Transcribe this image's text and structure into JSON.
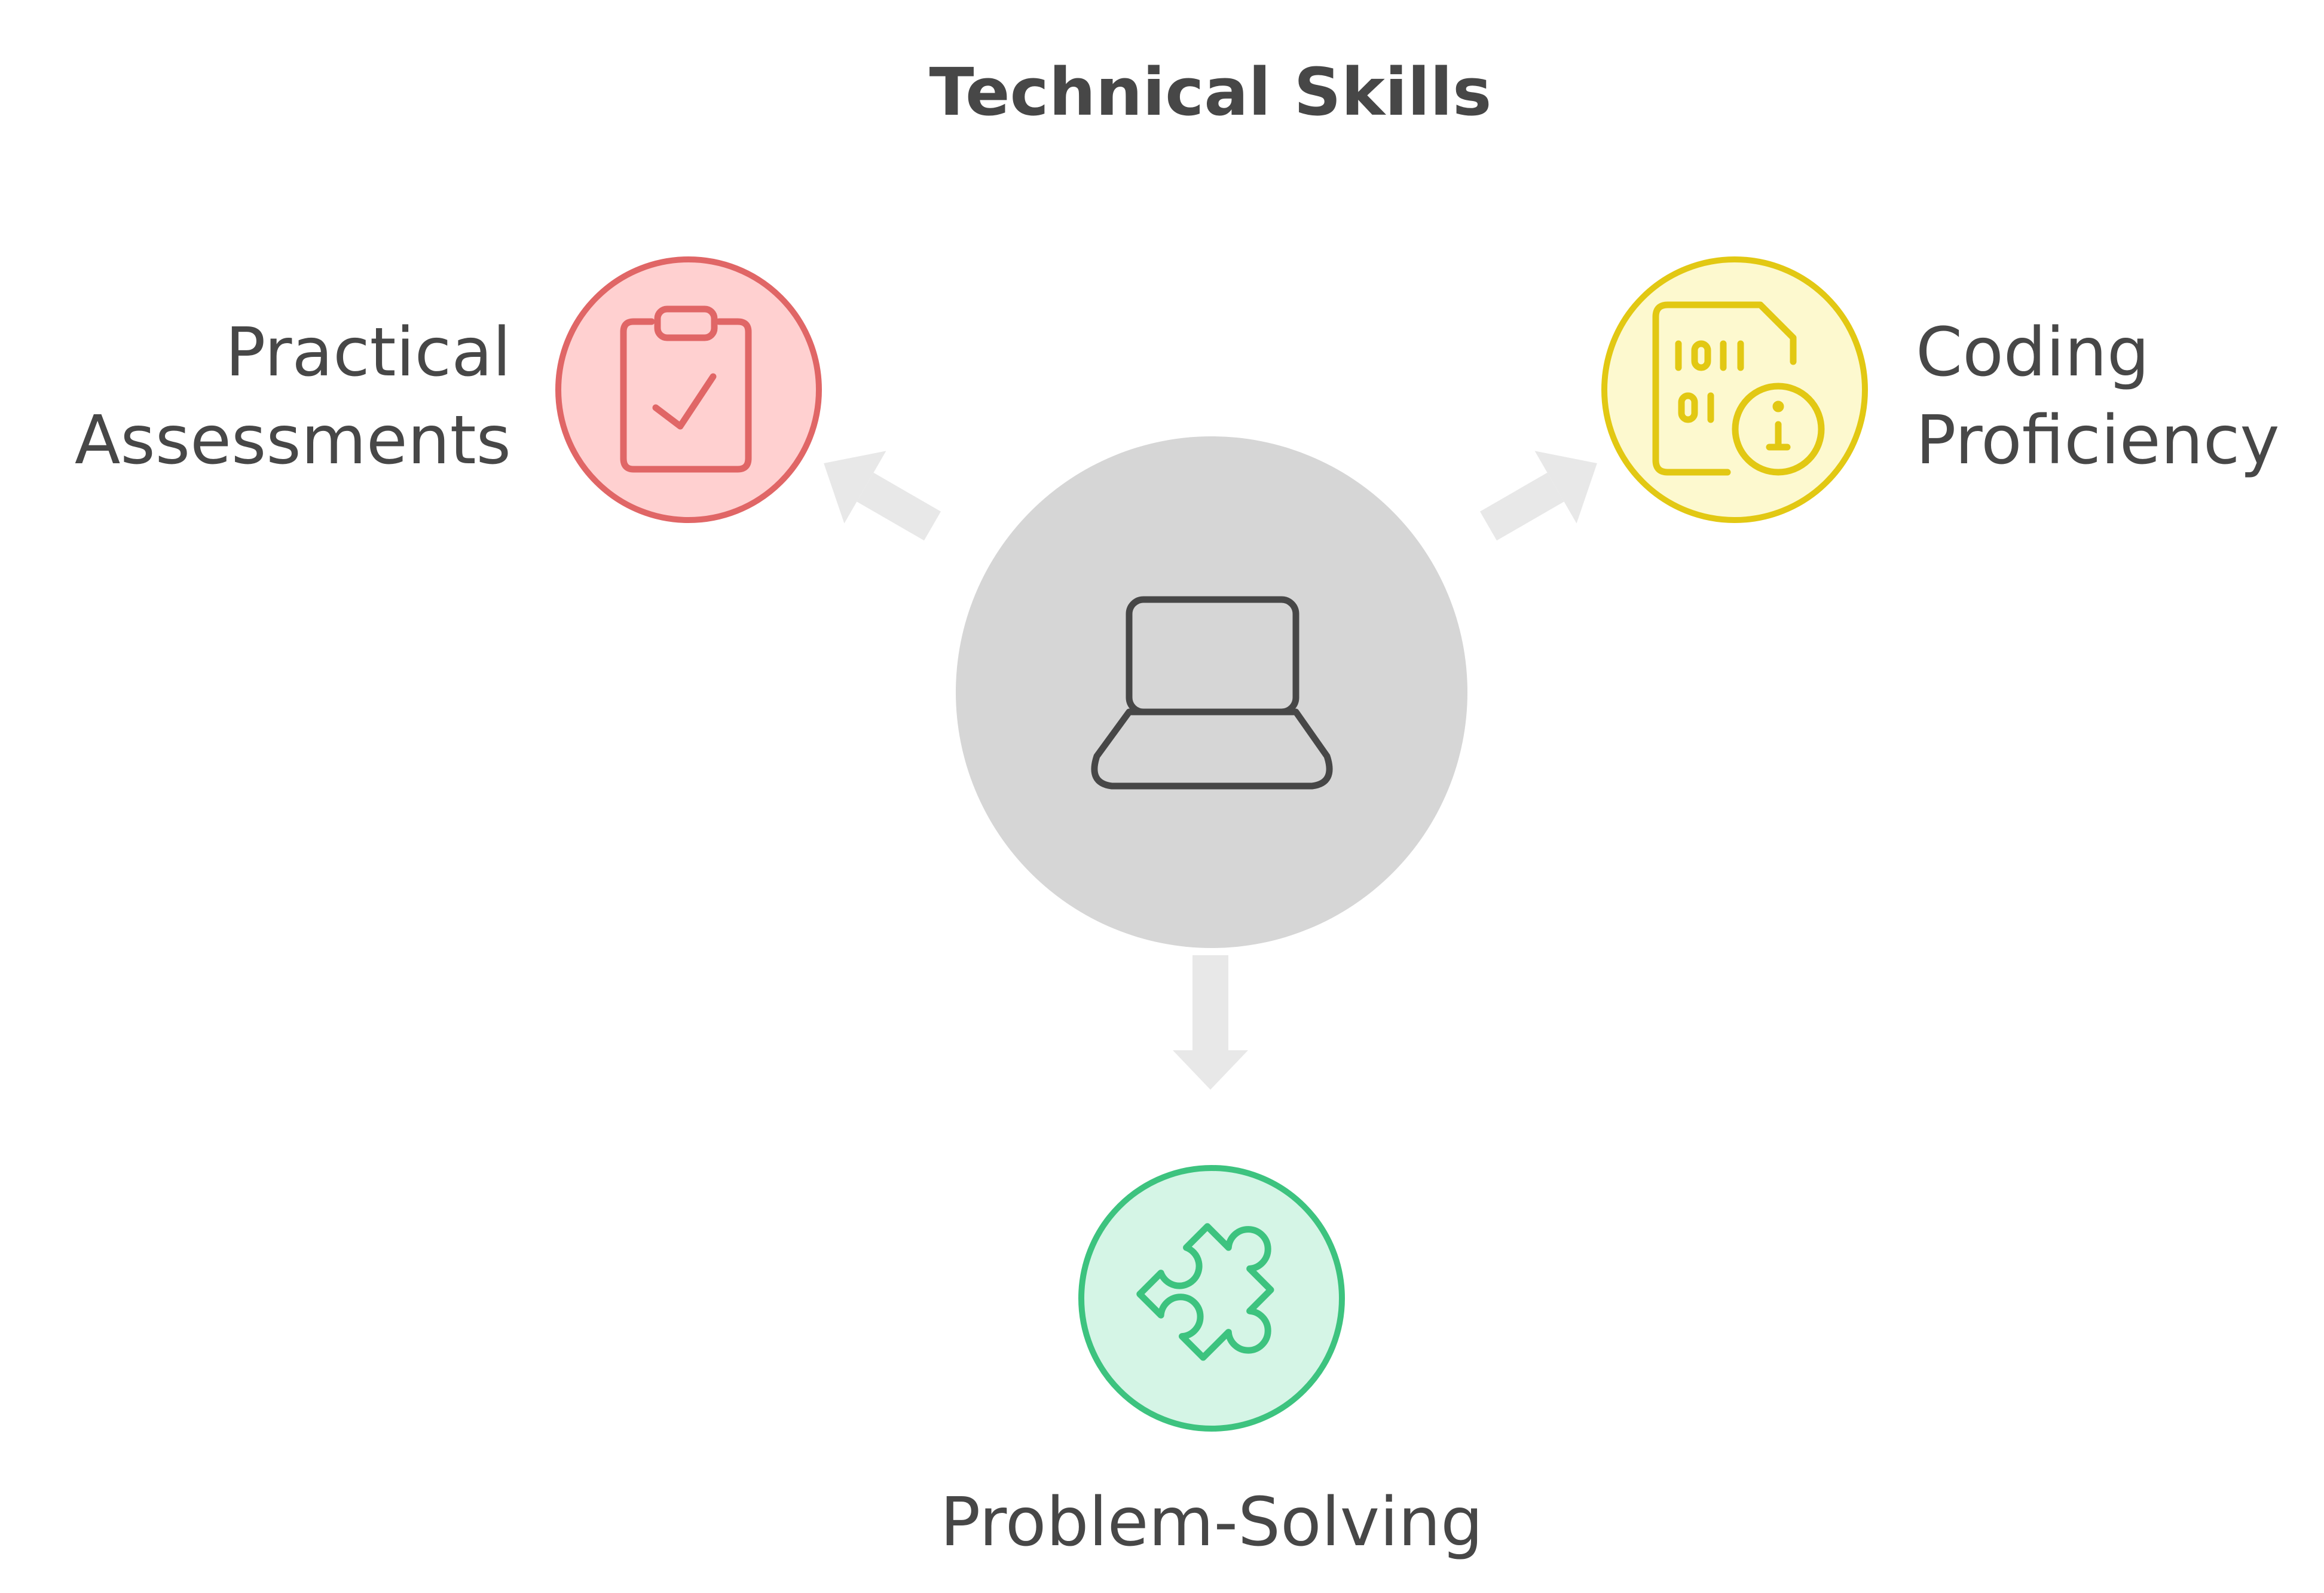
{
  "title": "Technical Skills",
  "center": {
    "icon": "laptop-icon",
    "color": "#d6d6d6",
    "stroke": "#474747"
  },
  "nodes": {
    "practical": {
      "label_line1": "Practical",
      "label_line2": "Assessments",
      "icon": "clipboard-check-icon",
      "fill": "#ffd0d0",
      "stroke": "#e06666"
    },
    "coding": {
      "label_line1": "Coding",
      "label_line2": "Proficiency",
      "icon": "binary-file-info-icon",
      "fill": "#fdf9cf",
      "stroke": "#e2c813"
    },
    "problem": {
      "label": "Problem-Solving",
      "icon": "puzzle-piece-icon",
      "fill": "#d5f5e6",
      "stroke": "#3dc37f"
    }
  },
  "arrow_color": "#e8e8e8"
}
